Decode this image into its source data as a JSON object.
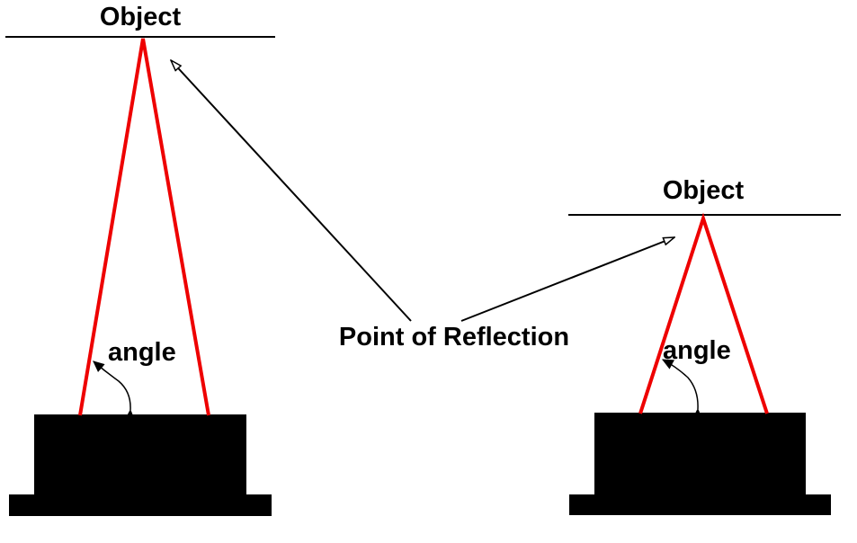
{
  "labels": {
    "object_left": "Object",
    "object_right": "Object",
    "angle_left": "angle",
    "angle_right": "angle",
    "point_of_reflection": "Point of Reflection"
  },
  "colors": {
    "beam": "#ee0000",
    "ink": "#000000",
    "background": "#ffffff"
  }
}
